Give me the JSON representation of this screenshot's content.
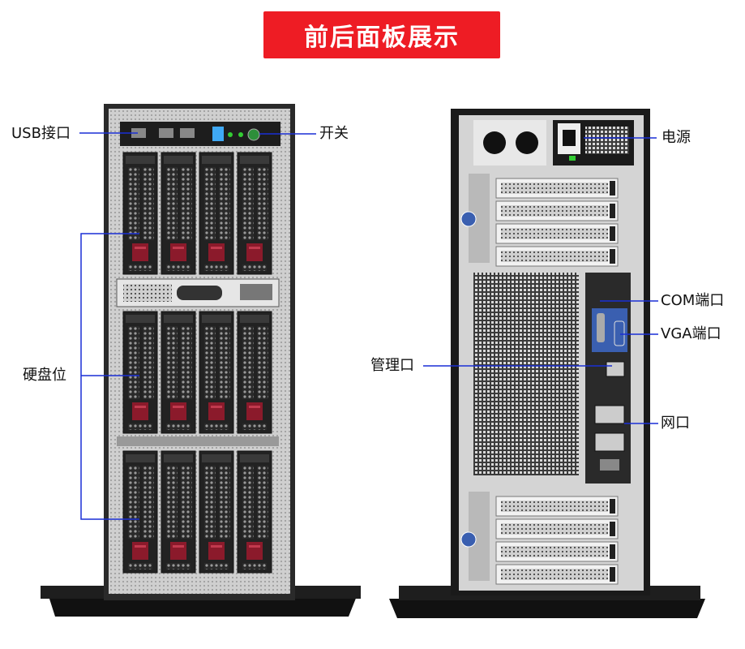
{
  "header": {
    "title": "前后面板展示"
  },
  "front_labels": {
    "usb": "USB接口",
    "power_switch": "开关",
    "drive_bays": "硬盘位"
  },
  "rear_labels": {
    "power_supply": "电源",
    "com_port": "COM端口",
    "vga_port": "VGA端口",
    "management_port": "管理口",
    "network_port": "网口"
  },
  "colors": {
    "banner": "#ee1c24",
    "leader_line": "#1a2fd6",
    "drive_latch": "#8b1a2b",
    "chassis": "#1c1c1c",
    "vga_blue": "#3a5fb0"
  }
}
